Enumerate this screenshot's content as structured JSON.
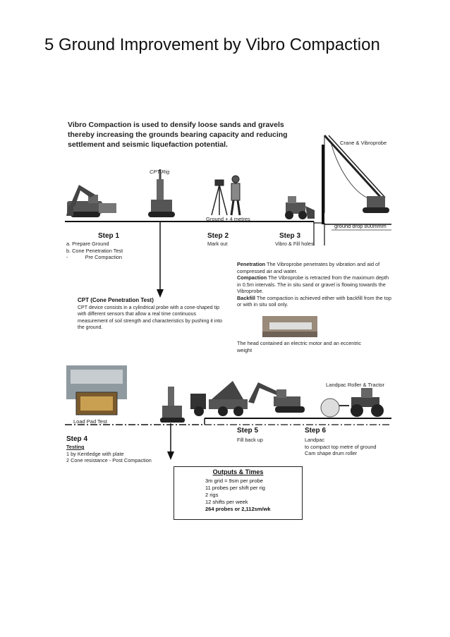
{
  "title": "5  Ground Improvement by Vibro Compaction",
  "intro": "Vibro Compaction is used to densify loose sands and gravels thereby increasing the grounds bearing capacity and reducing settlement and seismic liquefaction potential.",
  "labels": {
    "cpt_rig": "CPT Rig",
    "crane_vibroprobe": "Crane & Vibroprobe",
    "ground_plus_4": "Ground + 4 metres",
    "ground_drop": "ground drop 800mmm",
    "landpac_roller": "Landpac Roller & Tractor",
    "load_pad_test": "Load Pad Test"
  },
  "step1": {
    "heading": "Step 1",
    "lines": [
      "a. Prepare Ground",
      "b.  Cone Penetration Test",
      "-            Pre Compaction"
    ]
  },
  "step2": {
    "heading": "Step 2",
    "lines": [
      "Mark out"
    ]
  },
  "step3": {
    "heading": "Step 3",
    "lines": [
      "Vibro & Fill holes"
    ]
  },
  "process": {
    "penetration_term": "Penetration",
    "penetration_text": " The Vibroprobe penetrates by vibration and aid of compressed air and water.",
    "compaction_term": "Compaction",
    "compaction_text": " The Vibroprobe is retracted from the maximum depth in 0.5m intervals. The in situ sand or gravel is flowing towards the Vibroprobe.",
    "backfill_term": "Backfill",
    "backfill_text": " The compaction is achieved either with backfill from the top or with in situ soil only.",
    "head_note": "The head contained an electric motor and an eccentric weight"
  },
  "cpt": {
    "heading": "CPT (Cone Penetration Test)",
    "text": "CPT device consists in a cylindrical probe with a cone-shaped tip with different sensors that allow a real time continuous measurement of soil strength and characteristics by pushing it into the ground."
  },
  "step4": {
    "heading": "Step 4",
    "subheading": "Testing",
    "lines": [
      "1   by Kentledge with plate",
      "2  Cone resistance - Post Compaction"
    ]
  },
  "step5": {
    "heading": "Step 5",
    "lines": [
      "Fill  back up"
    ]
  },
  "step6": {
    "heading": "Step 6",
    "lines": [
      "Landpac",
      "to compact top metre of ground",
      "Cam shape drum roller"
    ]
  },
  "outputs": {
    "heading": "Outputs & Times",
    "lines": [
      "3m grid = 9sm per probe",
      "11 probes per shift per rig",
      "2 rigs",
      "12 shifts per week"
    ],
    "summary": "264 probes or 2,112sm/wk"
  }
}
